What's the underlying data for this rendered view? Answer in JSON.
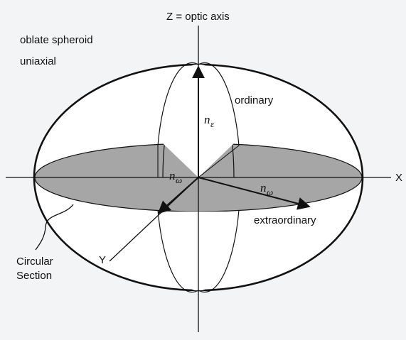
{
  "diagram": {
    "title_line1": "oblate spheroid",
    "title_line2": "uniaxial",
    "z_axis_label": "Z  = optic axis",
    "x_axis_label": "X",
    "y_axis_label": "Y",
    "ordinary_label": "ordinary",
    "extraordinary_label": "extraordinary",
    "circular_section_line1": "Circular",
    "circular_section_line2": "Section",
    "n_epsilon_symbol": "n",
    "n_epsilon_subscript": "ε",
    "n_omega_left_symbol": "n",
    "n_omega_left_subscript": "ω",
    "n_omega_right_symbol": "n",
    "n_omega_right_subscript": "ω",
    "colors": {
      "background": "#f3f4f5",
      "ellipsoid_fill": "#ffffff",
      "section_fill": "#a6a6a6",
      "stroke": "#111111"
    }
  }
}
